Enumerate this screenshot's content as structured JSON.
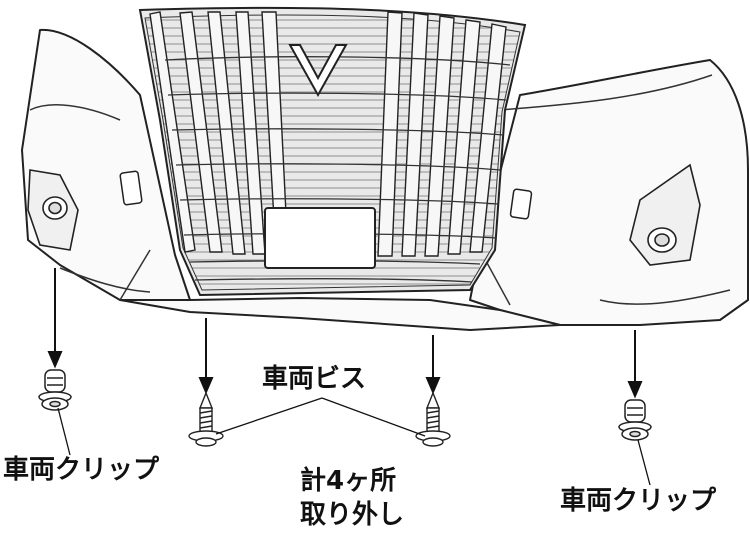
{
  "labels": {
    "clip_left": "車両クリップ",
    "screw": "車両ビス",
    "count_line1": "計4ヶ所",
    "count_line2": "取り外し",
    "clip_right": "車両クリップ"
  }
}
